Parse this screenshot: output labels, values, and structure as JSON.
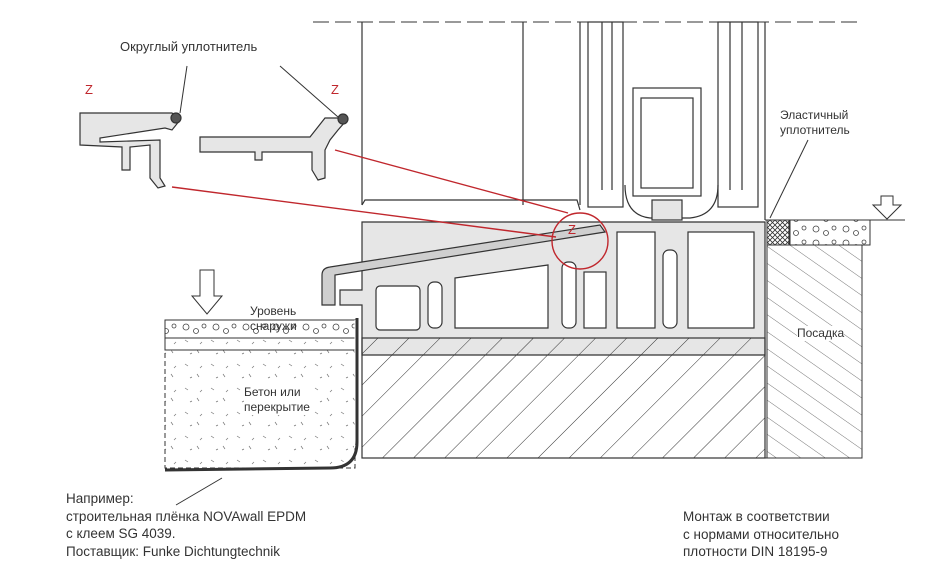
{
  "labels": {
    "round_seal": "Округлый уплотнитель",
    "elastic_seal": [
      "Эластичный",
      "уплотнитель"
    ],
    "outside_level": [
      "Уровень",
      "снаружи"
    ],
    "concrete": [
      "Бетон или",
      "перекрытие"
    ],
    "seating": "Посадка",
    "detail_marker": "Z"
  },
  "notes": {
    "membrane": [
      "Например:",
      "строительная плёнка NOVAwall EPDM",
      "с клеем SG 4039.",
      "Поставщик: Funke Dichtungtechnik"
    ],
    "installation": [
      "Монтаж в соответствии",
      "с нормами относительно",
      "плотности DIN 18195-9"
    ]
  },
  "colors": {
    "accent": "#c0272d",
    "profile_fill": "#e6e6e6",
    "line": "#333333"
  }
}
